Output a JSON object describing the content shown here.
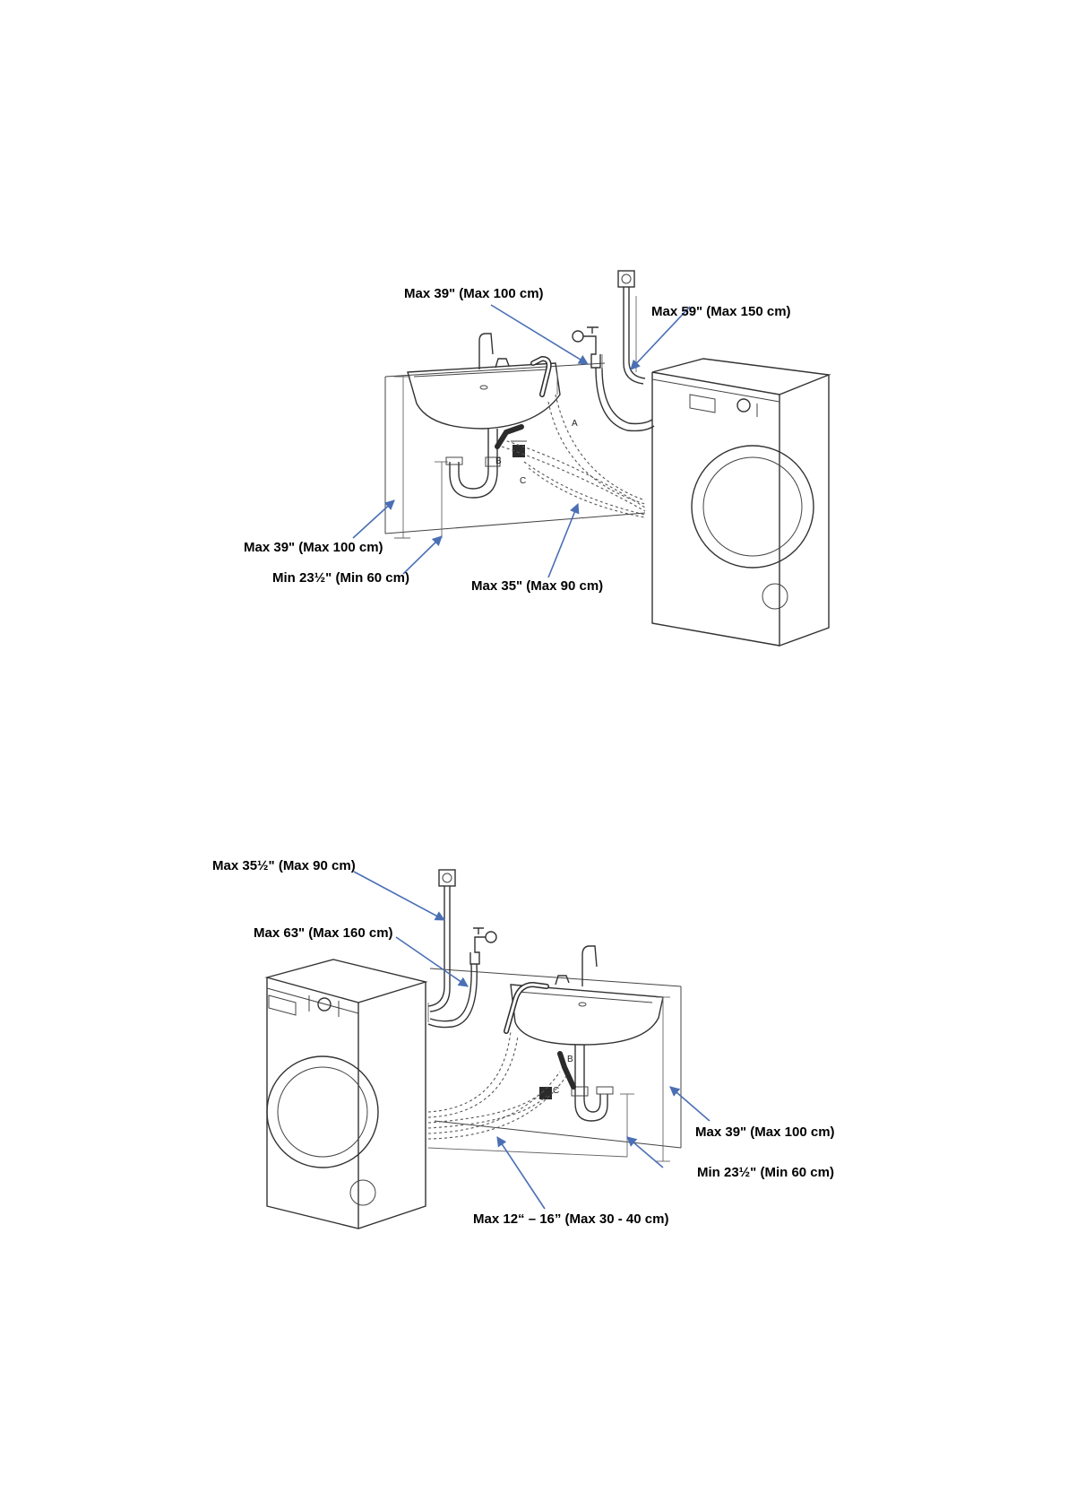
{
  "figure1": {
    "labels": {
      "faucet_hose": "Max 39\" (Max 100 cm)",
      "power_cord": "Max 59\" (Max 150 cm)",
      "sink_height": "Max 39\" (Max 100 cm)",
      "standpipe_min": "Min 23½\" (Min 60 cm)",
      "floor_drain": "Max 35\" (Max 90 cm)"
    },
    "letters": {
      "a": "A",
      "b": "B",
      "c": "C"
    }
  },
  "figure2": {
    "labels": {
      "power_cord": "Max 35½\" (Max 90 cm)",
      "faucet_hose": "Max 63\" (Max 160 cm)",
      "sink_height": "Max 39\" (Max 100 cm)",
      "standpipe_min": "Min 23½\" (Min 60 cm)",
      "floor_drain": "Max 12“ – 16” (Max 30 - 40 cm)"
    },
    "letters": {
      "b": "B",
      "c": "C"
    }
  },
  "colors": {
    "arrow": "#4a6fb5",
    "line": "#333333"
  }
}
